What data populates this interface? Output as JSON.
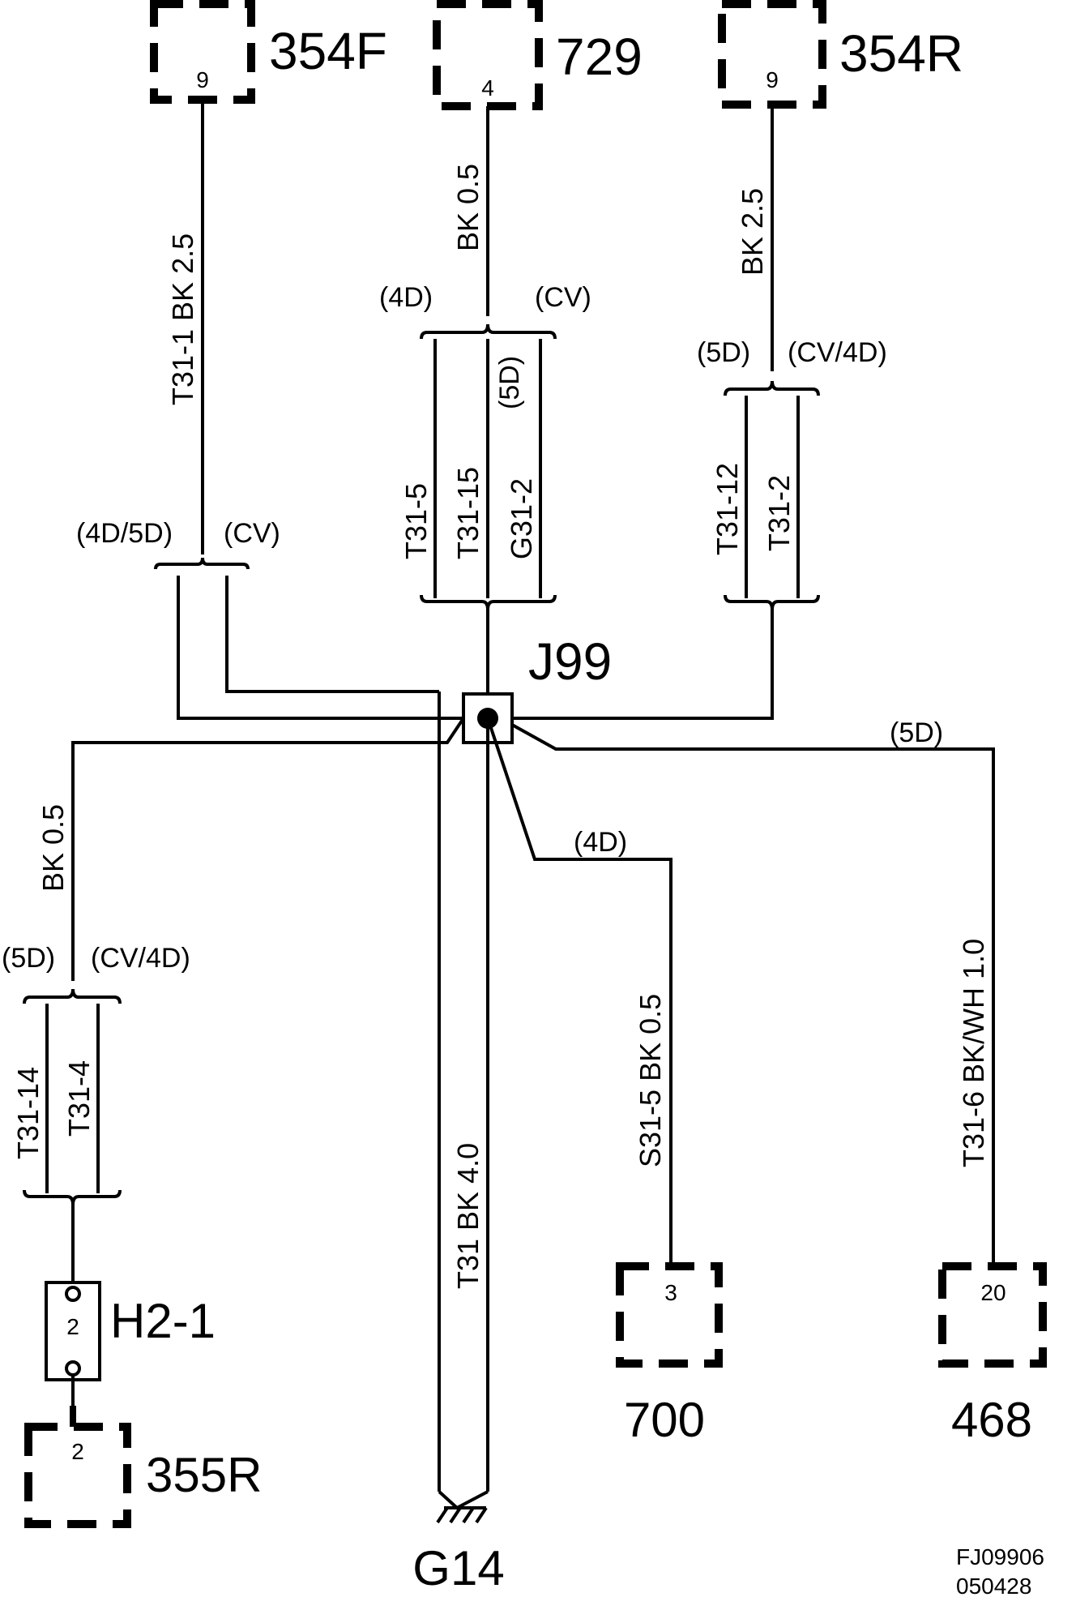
{
  "connectors": {
    "c354f": {
      "label": "354F",
      "pin": "9"
    },
    "c729": {
      "label": "729",
      "pin": "4"
    },
    "c354r": {
      "label": "354R",
      "pin": "9"
    },
    "c355r": {
      "label": "355R",
      "pin": "2"
    },
    "c700": {
      "label": "700",
      "pin": "3"
    },
    "c468": {
      "label": "468",
      "pin": "20"
    },
    "h21": {
      "label": "H2-1",
      "pin": "2"
    }
  },
  "junction": {
    "label": "J99"
  },
  "ground": {
    "label": "G14"
  },
  "wires": {
    "w354f": "T31-1   BK  2.5",
    "w729": "BK  0.5",
    "w354r": "BK   2.5",
    "w355r": "BK  0.5",
    "w700": "S31-5  BK  0.5",
    "w468": "T31-6    BK/WH   1.0",
    "wg14": "T31  BK  4.0",
    "t31_5": "T31-5",
    "t31_15": "T31-15",
    "g31_2": "G31-2",
    "t31_12": "T31-12",
    "t31_2": "T31-2",
    "t31_14": "T31-14",
    "t31_4": "T31-4"
  },
  "variants": {
    "v729_left": "(4D)",
    "v729_right": "(CV)",
    "v729_mid": "(5D)",
    "v354r_left": "(5D)",
    "v354r_right": "(CV/4D)",
    "v354f_left": "(4D/5D)",
    "v354f_right": "(CV)",
    "v355r_left": "(5D)",
    "v355r_right": "(CV/4D)",
    "v700": "(4D)",
    "v468": "(5D)"
  },
  "figure_ref": {
    "line1": "FJ09906",
    "line2": "050428"
  }
}
